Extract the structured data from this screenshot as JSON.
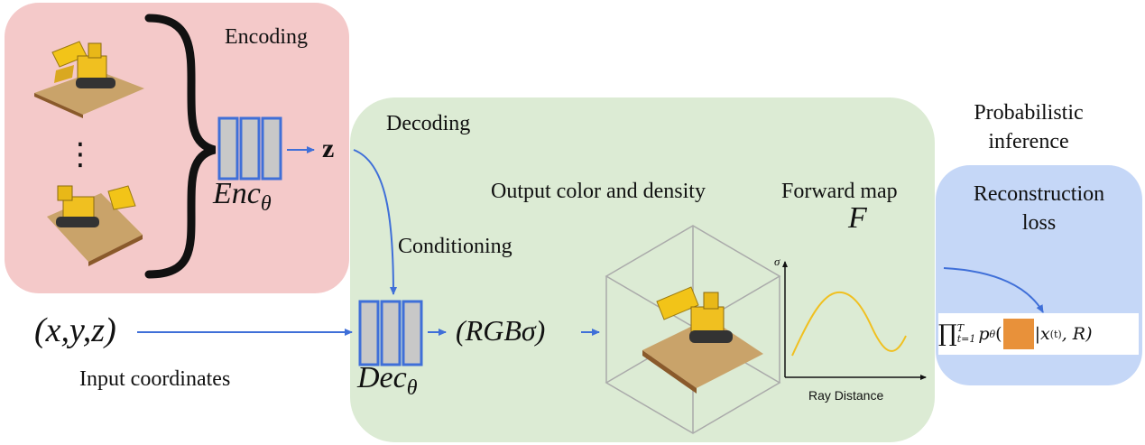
{
  "encoding": {
    "label": "Encoding",
    "encoder_sub": "Enc",
    "encoder_subscript": "θ",
    "latent": "z",
    "ellipsis": "⋮",
    "colors": {
      "panel": "#f4c9c9",
      "block_fill": "#c8c8c8",
      "block_stroke": "#3f6fd8"
    }
  },
  "decoding": {
    "label": "Decoding",
    "conditioning_label": "Conditioning",
    "output_label": "Output color and density",
    "decoder_sub": "Dec",
    "decoder_subscript": "θ",
    "output_vector": "(RGBσ)",
    "forward_map_label": "Forward map",
    "forward_map_symbol": "F",
    "plot": {
      "ylabel": "σ",
      "xlabel": "Ray Distance",
      "curve_color": "#f0c020"
    },
    "colors": {
      "panel": "#dcebd4"
    }
  },
  "input": {
    "coords": "(x,y,z)",
    "label": "Input coordinates"
  },
  "inference": {
    "title_line1": "Probabilistic",
    "title_line2": "inference",
    "loss_line1": "Reconstruction",
    "loss_line2": "loss",
    "formula_prod": "∏",
    "formula_sup": "T",
    "formula_sub": "t=1",
    "formula_p": "p",
    "formula_theta": "θ",
    "formula_open": "(",
    "formula_cond": "|x",
    "formula_time": "(t)",
    "formula_rest": ", R)",
    "colors": {
      "panel": "#c5d7f7",
      "patch": "#e8913a"
    }
  },
  "colors": {
    "arrow": "#3f6fd8"
  }
}
